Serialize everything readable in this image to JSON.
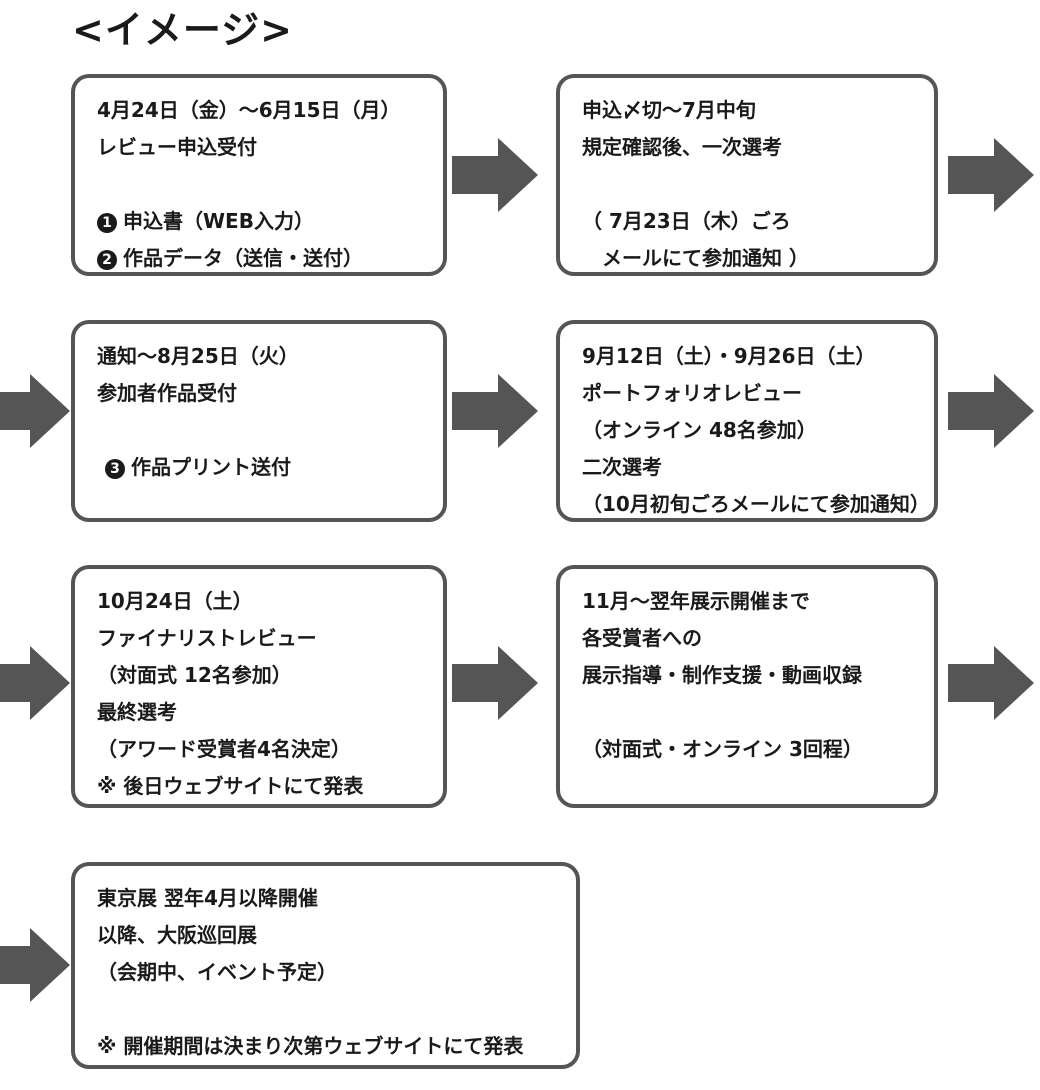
{
  "heading": "<イメージ>",
  "steps": [
    {
      "lines": [
        "4月24日（金）〜6月15日（月）",
        "レビュー申込受付",
        "申込書（WEB入力）",
        "作品データ（送信・送付）"
      ],
      "markers": [
        "1",
        "2"
      ]
    },
    {
      "lines": [
        "申込〆切〜7月中旬",
        "規定確認後、一次選考",
        "（ 7月23日（木）ごろ",
        "　メールにて参加通知 ）"
      ]
    },
    {
      "lines": [
        "通知〜8月25日（火）",
        "参加者作品受付",
        "作品プリント送付"
      ],
      "markers": [
        "3"
      ]
    },
    {
      "lines": [
        "9月12日（土）・9月26日（土）",
        "ポートフォリオレビュー",
        "（オンライン 48名参加）",
        "二次選考",
        "（10月初旬ごろメールにて参加通知）"
      ]
    },
    {
      "lines": [
        "10月24日（土）",
        "ファイナリストレビュー",
        "（対面式 12名参加）",
        "最終選考",
        "（アワード受賞者4名決定）",
        "※ 後日ウェブサイトにて発表"
      ]
    },
    {
      "lines": [
        "11月〜翌年展示開催まで",
        "各受賞者への",
        "展示指導・制作支援・動画収録",
        "（対面式・オンライン 3回程）"
      ]
    },
    {
      "lines": [
        "東京展 翌年4月以降開催",
        "以降、大阪巡回展",
        "（会期中、イベント予定）",
        "※ 開催期間は決まり次第ウェブサイトにて発表"
      ]
    }
  ],
  "colors": {
    "border": "#555555",
    "arrow": "#555555",
    "text": "#1a1a1a"
  },
  "icons": {
    "arrow": "right-arrow-icon",
    "marker": "circled-number-icon"
  }
}
